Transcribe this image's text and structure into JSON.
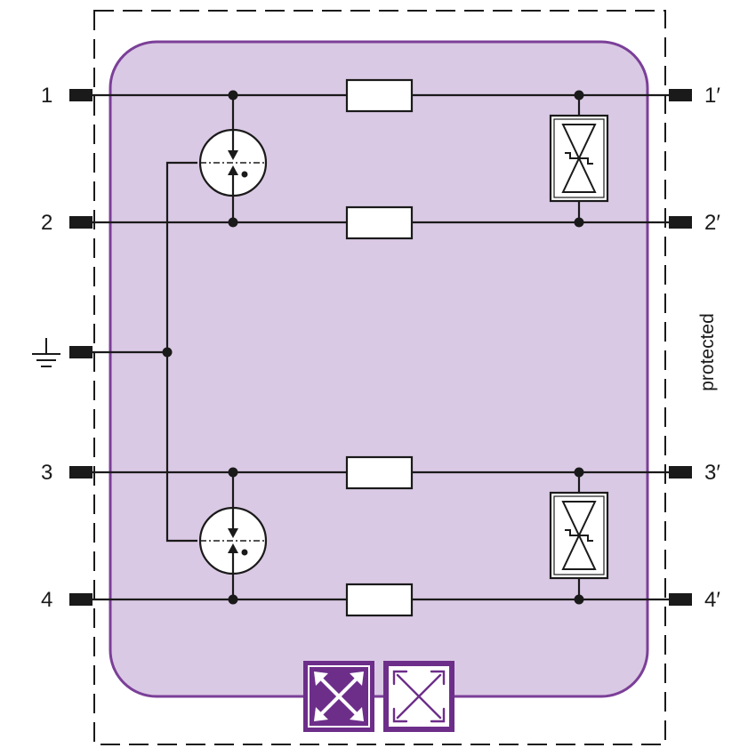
{
  "terminals": {
    "in": [
      "1",
      "2",
      "3",
      "4"
    ],
    "out": [
      "1′",
      "2′",
      "3′",
      "4′"
    ]
  },
  "side_label": "protected",
  "colors": {
    "module_fill": "#dac9e4",
    "module_border": "#7b3f98",
    "line": "#1a1a1a",
    "badge_fill": "#6d2e8a"
  },
  "icons": {
    "ground": "ground-icon",
    "gas_discharge_tube": "gas-discharge-tube-icon",
    "suppressor_diode": "suppressor-diode-icon",
    "indicator_filled": "arrows-expand-icon",
    "indicator_outline": "arrows-expand-outline-icon"
  }
}
